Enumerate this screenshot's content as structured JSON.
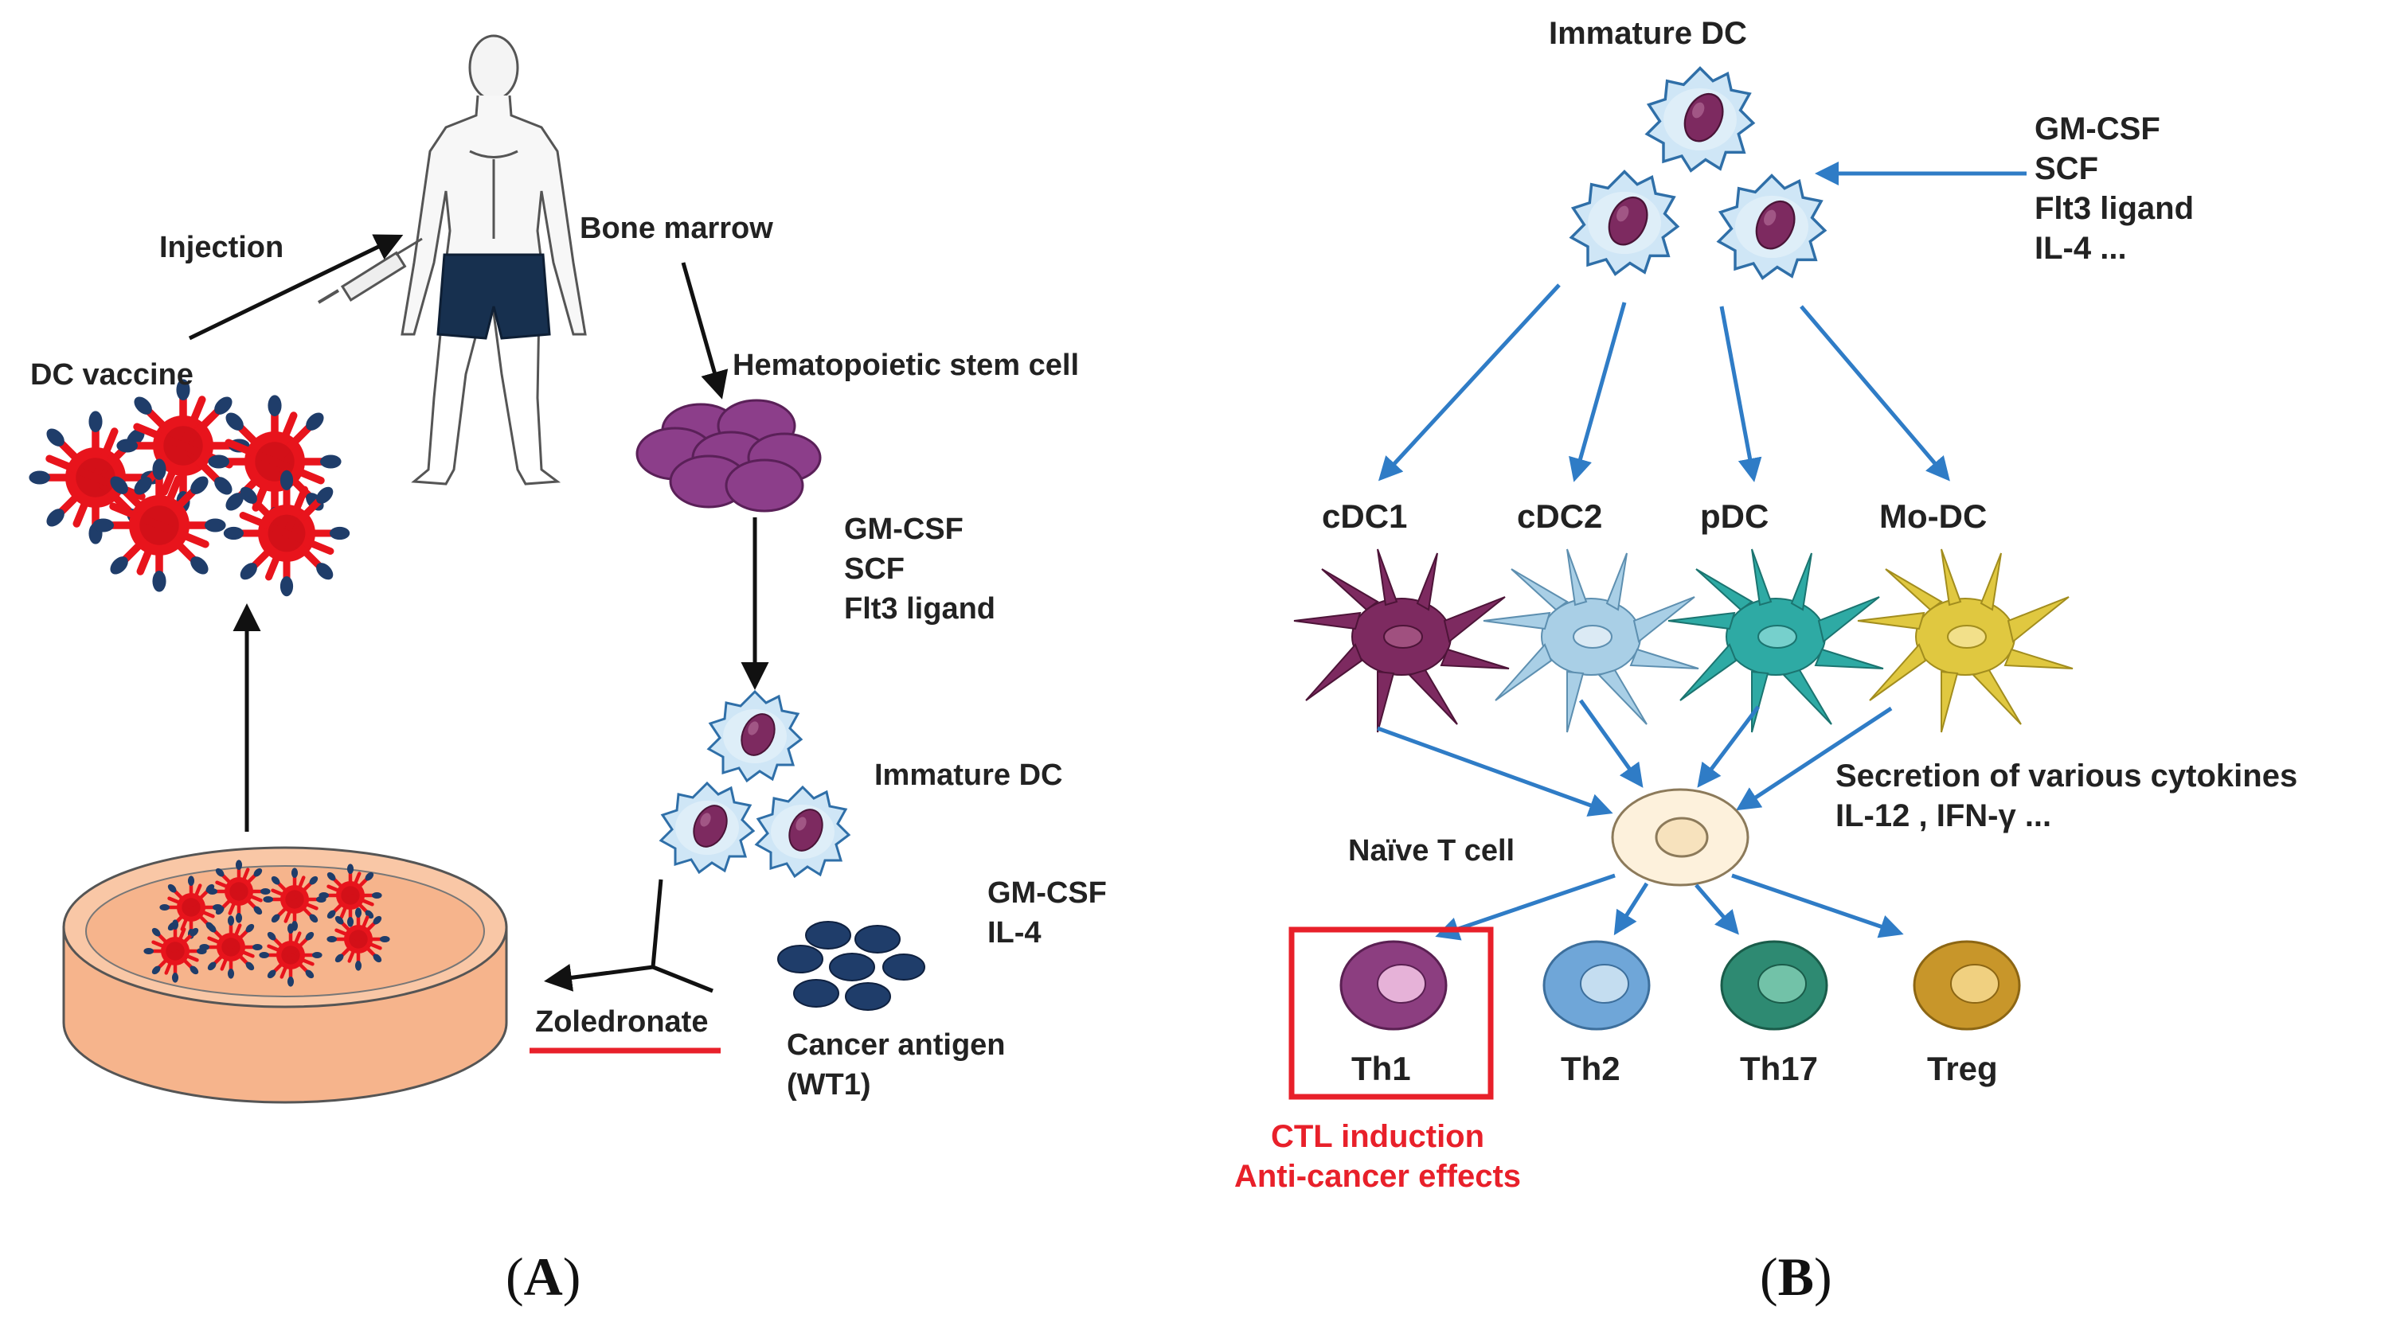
{
  "panel_a": {
    "panel_label": {
      "open": "(",
      "letter": "A",
      "close": ")"
    },
    "injection": "Injection",
    "bone_marrow": "Bone marrow",
    "dc_vaccine": "DC vaccine",
    "hematopoietic_stem_cell": "Hematopoietic stem cell",
    "cytokines_1": [
      "GM-CSF",
      "SCF",
      "Flt3 ligand"
    ],
    "immature_dc": "Immature DC",
    "cytokines_2": [
      "GM-CSF",
      "IL-4"
    ],
    "zoledronate": "Zoledronate",
    "cancer_antigen": [
      "Cancer antigen",
      "(WT1)"
    ]
  },
  "panel_b": {
    "panel_label": {
      "open": "(",
      "letter": "B",
      "close": ")"
    },
    "immature_dc": "Immature DC",
    "cytokines": [
      "GM-CSF",
      "SCF",
      "Flt3 ligand",
      "IL-4 ..."
    ],
    "dc_subsets": [
      "cDC1",
      "cDC2",
      "pDC",
      "Mo-DC"
    ],
    "secretion": [
      "Secretion of various cytokines",
      "IL-12 , IFN-γ ..."
    ],
    "naive_t_cell": "Naïve T cell",
    "t_subsets": [
      "Th1",
      "Th2",
      "Th17",
      "Treg"
    ],
    "outcome": [
      "CTL induction",
      "Anti-cancer effects"
    ]
  },
  "colors": {
    "arrow_blue": "#2f7cc6",
    "highlight_red": "#e8202a",
    "dc_fill": "#cfe6f6",
    "nucleus_purple": "#7d2a60"
  }
}
